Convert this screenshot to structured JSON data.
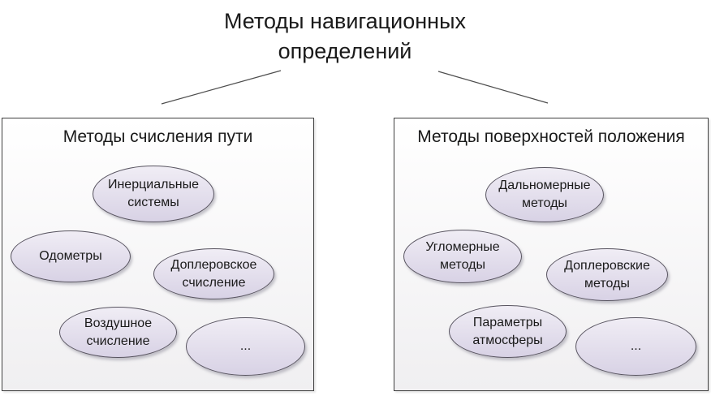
{
  "title": "Методы навигационных\nопределений",
  "groups": [
    {
      "title": "Методы счисления пути",
      "items": [
        {
          "label": "Инерциальные\nсистемы"
        },
        {
          "label": "Одометры"
        },
        {
          "label": "Доплеровское\nсчисление"
        },
        {
          "label": "Воздушное\nсчисление"
        },
        {
          "label": "..."
        }
      ]
    },
    {
      "title": "Методы поверхностей положения",
      "items": [
        {
          "label": "Дальномерные\nметоды"
        },
        {
          "label": "Угломерные\nметоды"
        },
        {
          "label": "Доплеровские\nметоды"
        },
        {
          "label": "Параметры\nатмосферы"
        },
        {
          "label": "..."
        }
      ]
    }
  ],
  "colors": {
    "ellipse_fill_top": "#f0edf5",
    "ellipse_fill_bottom": "#d8d2e5",
    "ellipse_border": "#57535f",
    "box_border": "#3f3f3f",
    "box_fill_top": "#ffffff",
    "box_fill_bottom": "#f0eff1",
    "line_color": "#4d4d4d",
    "text_color": "#1a1a1a"
  }
}
